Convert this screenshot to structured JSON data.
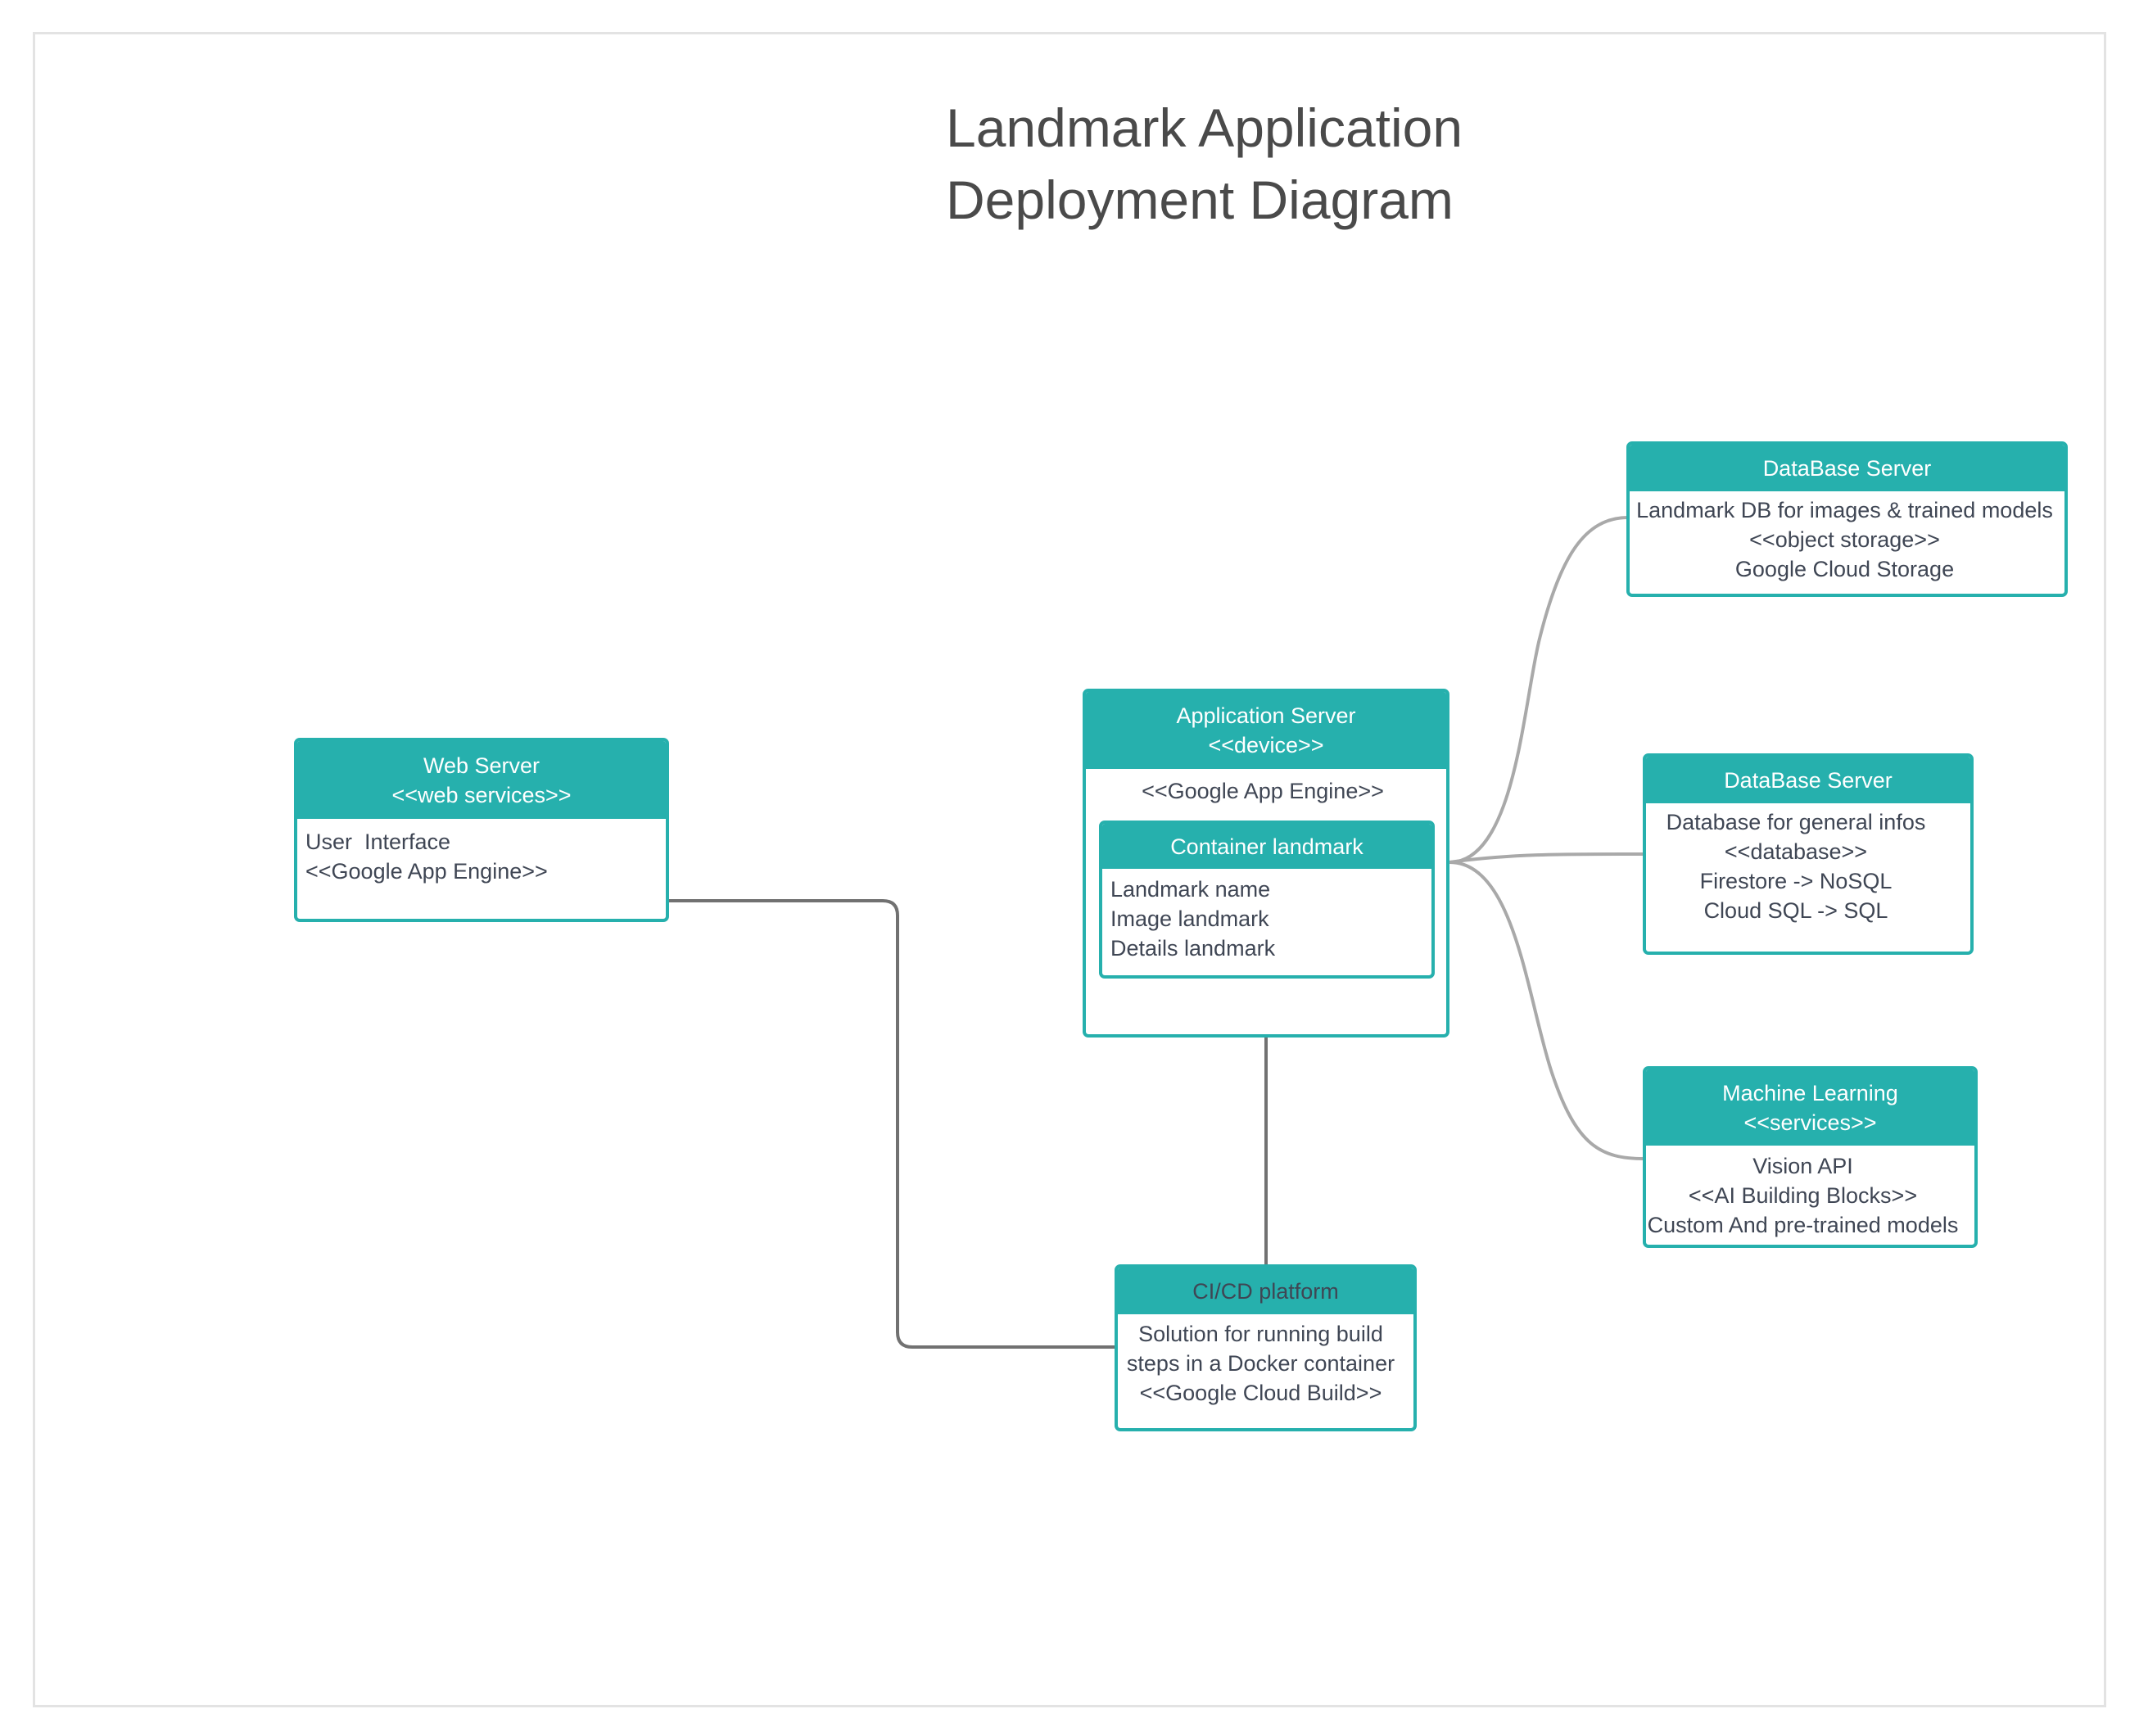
{
  "title": {
    "line1": "Landmark Application",
    "line2": "Deployment Diagram"
  },
  "nodes": {
    "web_server": {
      "header": [
        "Web Server",
        "<<web services>>"
      ],
      "body": [
        "User  Interface",
        "<<Google App Engine>>"
      ]
    },
    "app_server": {
      "header": [
        "Application Server",
        "<<device>>"
      ],
      "body": [
        "<<Google App Engine>>"
      ],
      "container": {
        "header": "Container landmark",
        "body": [
          "Landmark name",
          "Image landmark",
          "Details landmark"
        ]
      }
    },
    "db_server_storage": {
      "header": [
        "DataBase Server"
      ],
      "body": [
        "Landmark DB for images & trained models",
        "<<object storage>>",
        "Google Cloud Storage"
      ]
    },
    "db_server_general": {
      "header": [
        "DataBase Server"
      ],
      "body": [
        "Database for general infos",
        "<<database>>",
        "Firestore -> NoSQL",
        "Cloud SQL -> SQL"
      ]
    },
    "ml_services": {
      "header": [
        "Machine Learning",
        "<<services>>"
      ],
      "body": [
        "Vision API",
        "<<AI Building Blocks>>",
        "Custom And pre-trained models"
      ]
    },
    "cicd": {
      "header": [
        "CI/CD platform"
      ],
      "body": [
        "Solution for running build",
        "steps in a Docker container",
        "<<Google Cloud Build>>"
      ]
    }
  },
  "colors": {
    "node_fill": "#26b0ad",
    "node_border": "#26b0ad",
    "header_text": "#ffffff",
    "cicd_header_text": "#3f4654",
    "body_text": "#3f4654",
    "title_text": "#4a4a4a",
    "connector_dark": "#717171",
    "connector_light": "#a9a9a9"
  }
}
